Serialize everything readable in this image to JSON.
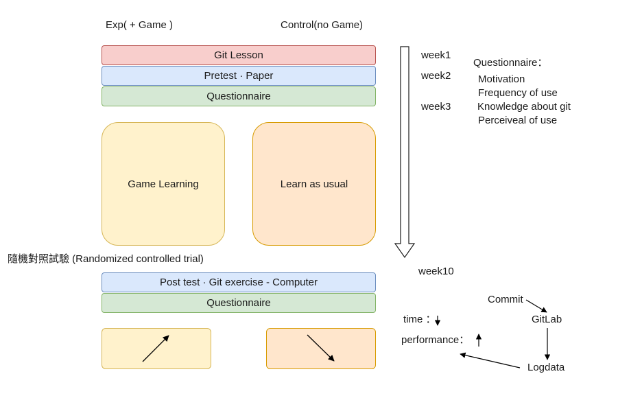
{
  "headers": {
    "exp": "Exp( + Game )",
    "control": "Control(no Game)"
  },
  "bars": {
    "git_lesson": "Git Lesson",
    "pretest": "Pretest · Paper",
    "questionnaire_pre": "Questionnaire",
    "posttest": "Post test · Git exercise - Computer",
    "questionnaire_post": "Questionnaire"
  },
  "groups": {
    "game": "Game Learning",
    "usual": "Learn as usual"
  },
  "rct_label": "隨機對照試驗 (Randomized controlled trial)",
  "weeks": {
    "w1": "week1",
    "w2": "week2",
    "w3": "week3",
    "w10": "week10"
  },
  "questionnaire": {
    "title": "Questionnaire：",
    "items": [
      "Motivation",
      "Frequency of use",
      "Knowledge about git",
      "Perceiveal of use"
    ]
  },
  "results": {
    "time": "time ：",
    "performance": "performance："
  },
  "flow": {
    "commit": "Commit",
    "gitlab": "GitLab",
    "logdata": "Logdata"
  },
  "colors": {
    "red_fill": "#f8cecc",
    "blue_fill": "#dae8fc",
    "green_fill": "#d5e8d4",
    "yellow_fill": "#fff2cc",
    "orange_fill": "#ffe6cc"
  }
}
